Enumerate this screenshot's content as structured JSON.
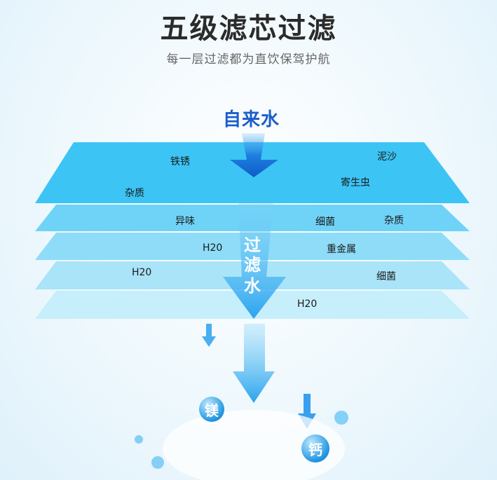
{
  "title": "五级滤芯过滤",
  "subtitle": "每一层过滤都为直饮保驾护航",
  "source_label": "自来水",
  "filtered_label": [
    "过",
    "滤",
    "水"
  ],
  "layers": [
    {
      "labels": [
        "铁锈",
        "泥沙",
        "杂质",
        "寄生虫"
      ]
    },
    {
      "labels": [
        "异味",
        "细菌",
        "杂质"
      ]
    },
    {
      "labels": [
        "H20",
        "重金属"
      ]
    },
    {
      "labels": [
        "H20",
        "细菌"
      ]
    },
    {
      "labels": [
        "H20"
      ]
    }
  ],
  "minerals": [
    "镁",
    "钙"
  ],
  "colors": {
    "layer1": "#3cc4f5",
    "layer2": "#6fd3f7",
    "layer3": "#8edcf8",
    "layer4": "#a9e4f9",
    "layer5": "#c6eefb",
    "arrow": "#1a6fd6",
    "title": "#2b2b2b"
  }
}
